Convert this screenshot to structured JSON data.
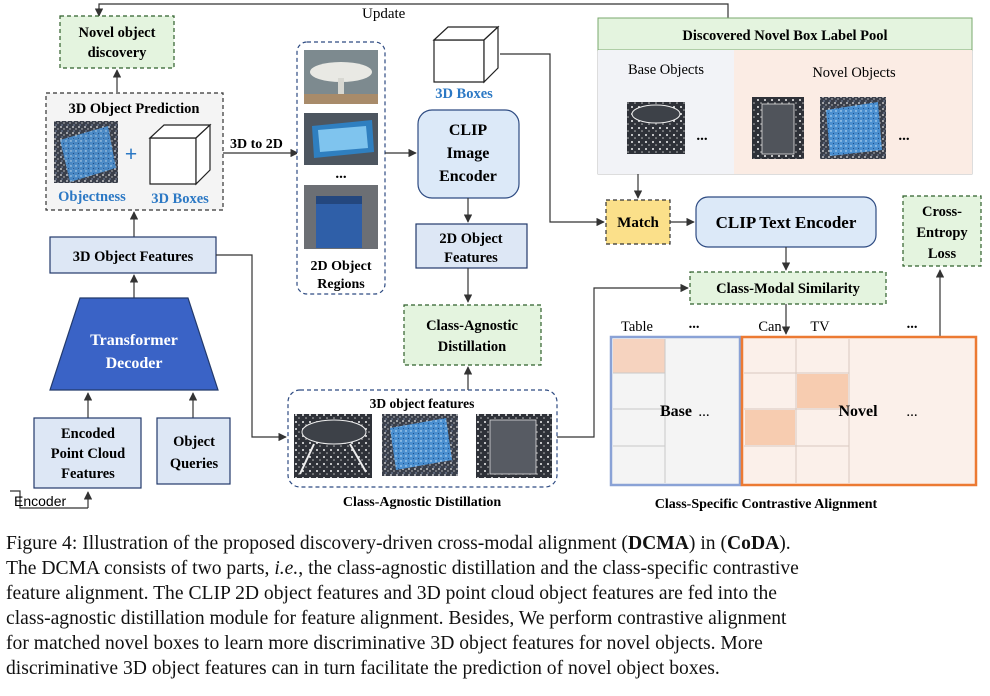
{
  "figure": {
    "update_label": "Update",
    "novel_discovery": [
      "Novel object",
      "discovery"
    ],
    "prediction_title": "3D Object Prediction",
    "plus": "+",
    "objectness_label": "Objectness",
    "boxes_label": "3D Boxes",
    "three_to_two": "3D to 2D",
    "object_features_3d": "3D Object Features",
    "decoder": [
      "Transformer",
      "Decoder"
    ],
    "encoded_features": [
      "Encoded",
      "Point Cloud",
      "Features"
    ],
    "object_queries": [
      "Object",
      "Queries"
    ],
    "encoder_label": "Encoder",
    "region_dots": "...",
    "regions_label": [
      "2D Object",
      "Regions"
    ],
    "boxes_3d_top": "3D Boxes",
    "clip_image_encoder": [
      "CLIP",
      "Image",
      "Encoder"
    ],
    "features_2d": [
      "2D Object",
      "Features"
    ],
    "agnostic_box": [
      "Class-Agnostic",
      "Distillation"
    ],
    "features_group_title": "3D object features",
    "agnostic_caption": "Class-Agnostic Distillation",
    "pool_title": "Discovered Novel Box Label Pool",
    "base_objects": "Base Objects",
    "novel_objects": "Novel Objects",
    "pool_dots": "...",
    "match": "Match",
    "clip_text_encoder": "CLIP Text Encoder",
    "similarity": "Class-Modal Similarity",
    "loss": [
      "Cross-",
      "Entropy",
      "Loss"
    ],
    "col_table": "Table",
    "col_can": "Can",
    "col_tv": "TV",
    "col_dots": "...",
    "base_label": "Base",
    "base_dots": "...",
    "novel_label": "Novel",
    "novel_dots": "...",
    "specific_caption": "Class-Specific Contrastive Alignment"
  },
  "caption": {
    "line1_a": "Figure 4: Illustration of the proposed discovery-driven cross-modal alignment (",
    "line1_b": "DCMA",
    "line1_c": ") in (",
    "line1_d": "CoDA",
    "line1_e": ").",
    "line2_a": "The DCMA consists of two parts, ",
    "line2_b": "i.e.",
    "line2_c": ", the class-agnostic distillation and the class-specific contrastive",
    "line3": "feature alignment. The CLIP 2D object features and 3D point cloud object features are fed into the",
    "line4": "class-agnostic distillation module for feature alignment. Besides, We perform contrastive alignment",
    "line5": "for matched novel boxes to learn more discriminative 3D object features for novel objects. More",
    "line6": "discriminative 3D object features can in turn facilitate the prediction of novel object boxes."
  },
  "colors": {
    "blue_box": "#dde7f5",
    "blue_border": "#233a6b",
    "green_box": "#e4f4df",
    "green_border": "#2f5f2a",
    "decoder": "#3a63c6",
    "match": "#fbe08a",
    "clip": "#dce9f8",
    "blue_text": "#2b78c4",
    "base_border": "#8aa2d6",
    "novel_border": "#ec7a33",
    "pool_base": "#f2f3f7",
    "pool_novel": "#fbece4"
  }
}
